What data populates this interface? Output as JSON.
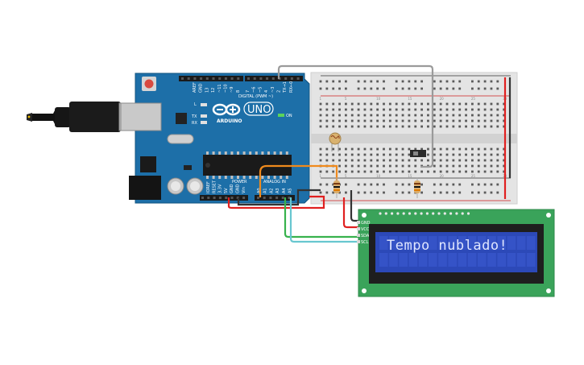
{
  "lcd": {
    "message": "Tempo nublado!",
    "pins": [
      "GND",
      "VCC",
      "SDA",
      "SCL"
    ]
  },
  "arduino": {
    "model": "UNO",
    "brand": "ARDUINO",
    "digital_header": "DIGITAL (PWM ~)",
    "power_header": "POWER",
    "analog_header": "ANALOG IN",
    "on_label": "ON",
    "tx_label": "TX",
    "rx_label": "RX",
    "l_label": "L",
    "aref_label": "AREF",
    "gnd_label": "GND",
    "digital_pins": [
      "13",
      "12",
      "~11",
      "~10",
      "~9",
      "8",
      "7",
      "~6",
      "~5",
      "4",
      "~3",
      "2",
      "TX→1",
      "RX←0"
    ],
    "power_pins": [
      "IOREF",
      "RESET",
      "3.3V",
      "5V",
      "GND",
      "GND",
      "Vin"
    ],
    "analog_pins": [
      "A0",
      "A1",
      "A2",
      "A3",
      "A4",
      "A5"
    ]
  },
  "breadboard": {
    "columns": [
      "1",
      "5",
      "10",
      "15",
      "20",
      "25",
      "30"
    ],
    "rows_top": [
      "j",
      "i",
      "h",
      "g",
      "f"
    ],
    "rows_bottom": [
      "e",
      "d",
      "c",
      "b",
      "a"
    ]
  },
  "colors": {
    "arduino_board": "#1d6fa8",
    "lcd_pcb": "#3aa35a",
    "lcd_screen": "#2c49b8",
    "wire_red": "#e02020",
    "wire_black": "#333333",
    "wire_orange": "#f08a1c",
    "wire_green": "#37b24d",
    "wire_teal": "#68c7d0",
    "wire_gray": "#9a9a9a"
  }
}
